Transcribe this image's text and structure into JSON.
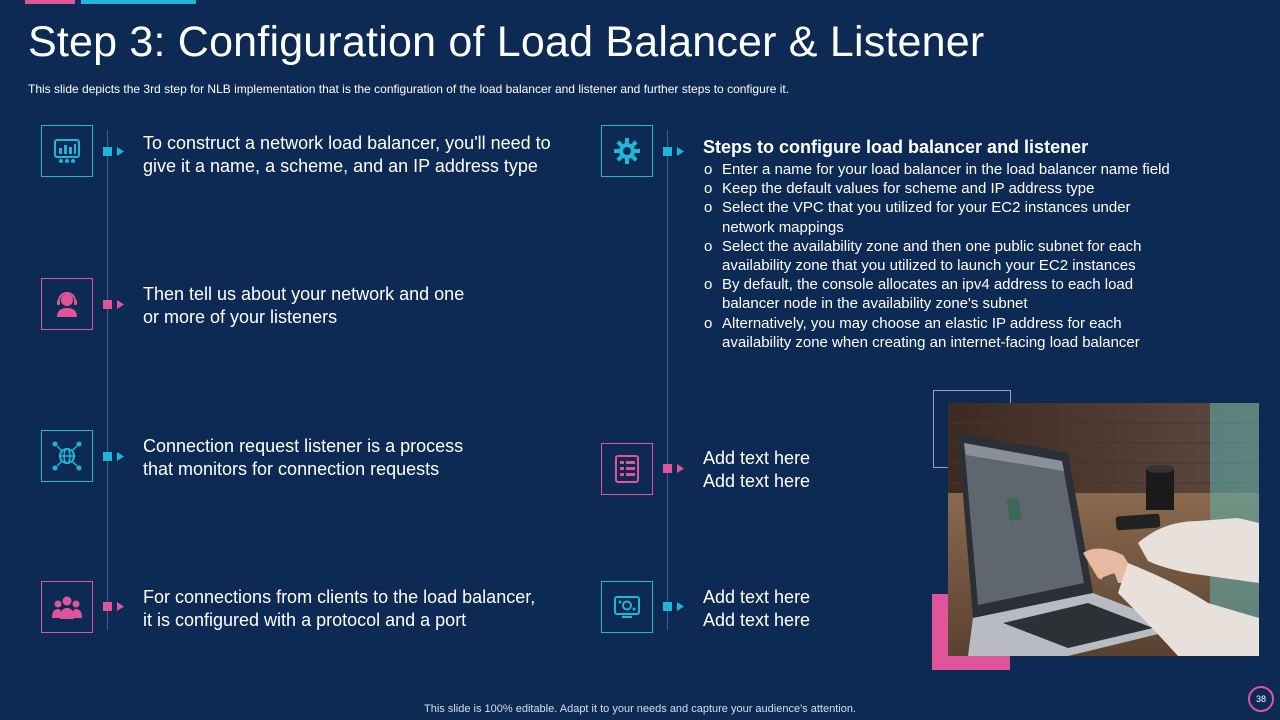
{
  "slide": {
    "title": "Step 3: Configuration of Load Balancer & Listener",
    "subtitle": "This slide depicts the 3rd step for NLB implementation that is the configuration  of the load balancer and listener and further steps to configure  it.",
    "footer": "This slide is 100% editable. Adapt it to your needs and capture your audience's attention.",
    "page_number": "38"
  },
  "colors": {
    "background": "#0d2a55",
    "cyan": "#1fb6d8",
    "pink": "#e0559a"
  },
  "left_items": [
    {
      "icon": "dashboard-icon",
      "accent": "cyan",
      "lines": [
        "To construct a network load balancer, you'll need to",
        "give it a name, a scheme, and an IP address type"
      ]
    },
    {
      "icon": "support-agent-icon",
      "accent": "pink",
      "lines": [
        "Then tell us about your network and one",
        "or more of your listeners"
      ]
    },
    {
      "icon": "network-globe-icon",
      "accent": "cyan",
      "lines": [
        "Connection request listener is a process",
        "that monitors for connection requests"
      ]
    },
    {
      "icon": "team-icon",
      "accent": "pink",
      "lines": [
        "For connections from clients to the load balancer,",
        "it is configured with a protocol and a port"
      ]
    }
  ],
  "right_items": [
    {
      "icon": "gear-icon",
      "accent": "cyan",
      "heading": "Steps to configure load balancer and listener",
      "bullets": [
        [
          "Enter a name for your load balancer in the load balancer name field"
        ],
        [
          "Keep the default values for scheme and IP address type"
        ],
        [
          "Select the VPC that you utilized for your EC2 instances under",
          "network mappings"
        ],
        [
          "Select the availability zone and then one public subnet for each",
          "availability zone that you utilized to launch your EC2 instances"
        ],
        [
          "By default, the console allocates an ipv4 address to each load",
          "balancer node in the availability zone's subnet"
        ],
        [
          "Alternatively,  you may choose an elastic IP address for each",
          "availability zone when creating an internet-facing load balancer"
        ]
      ]
    },
    {
      "icon": "checklist-icon",
      "accent": "pink",
      "lines": [
        "Add text here",
        "Add text here"
      ]
    },
    {
      "icon": "server-icon",
      "accent": "cyan",
      "lines": [
        "Add text here",
        "Add text here"
      ]
    }
  ],
  "photo": {
    "icon": "laptop-photo-icon"
  }
}
